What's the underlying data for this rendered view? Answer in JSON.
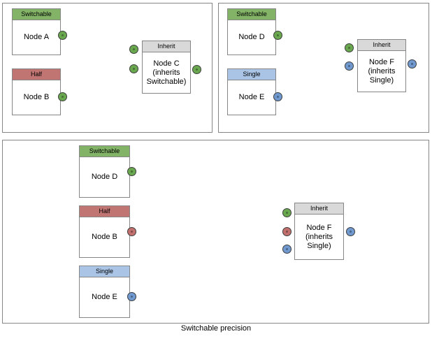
{
  "caption": "Switchable precision",
  "colors": {
    "switchable": "#82b366",
    "half": "#c07573",
    "single": "#a9c4e4",
    "inherit": "#d9d9d9",
    "port_green": "#6aa84f",
    "port_red": "#c2706e",
    "port_blue": "#7099cf",
    "border": "#868686",
    "background": "#ffffff"
  },
  "panels": [
    {
      "id": "panel-top-left",
      "nodes": [
        {
          "id": "node-a",
          "header": "Switchable",
          "header_color": "green",
          "body": "Node A"
        },
        {
          "id": "node-b",
          "header": "Half",
          "header_color": "red",
          "body": "Node B"
        },
        {
          "id": "node-c",
          "header": "Inherit",
          "header_color": "gray",
          "body": "Node C\n(inherits\nSwitchable)"
        }
      ],
      "edges": [
        {
          "from": "node-a",
          "to": "node-c",
          "port_color": "green"
        },
        {
          "from": "node-b",
          "to": "node-c",
          "port_color": "green"
        }
      ],
      "output_port": {
        "node": "node-c",
        "color": "green"
      }
    },
    {
      "id": "panel-top-right",
      "nodes": [
        {
          "id": "node-d",
          "header": "Switchable",
          "header_color": "green",
          "body": "Node D"
        },
        {
          "id": "node-e",
          "header": "Single",
          "header_color": "blue",
          "body": "Node E"
        },
        {
          "id": "node-f",
          "header": "Inherit",
          "header_color": "gray",
          "body": "Node F\n(inherits\nSingle)"
        }
      ],
      "edges": [
        {
          "from": "node-d",
          "to": "node-f",
          "port_color": "green"
        },
        {
          "from": "node-e",
          "to": "node-f",
          "port_color": "blue"
        }
      ],
      "output_port": {
        "node": "node-f",
        "color": "blue"
      }
    },
    {
      "id": "panel-bottom",
      "nodes": [
        {
          "id": "node-d2",
          "header": "Switchable",
          "header_color": "green",
          "body": "Node D"
        },
        {
          "id": "node-b2",
          "header": "Half",
          "header_color": "red",
          "body": "Node B"
        },
        {
          "id": "node-e2",
          "header": "Single",
          "header_color": "blue",
          "body": "Node E"
        },
        {
          "id": "node-f2",
          "header": "Inherit",
          "header_color": "gray",
          "body": "Node F\n(inherits\nSingle)"
        }
      ],
      "edges": [
        {
          "from": "node-d2",
          "to": "node-f2",
          "port_color": "green"
        },
        {
          "from": "node-b2",
          "to": "node-f2",
          "port_color": "red"
        },
        {
          "from": "node-e2",
          "to": "node-f2",
          "port_color": "blue"
        }
      ],
      "output_port": {
        "node": "node-f2",
        "color": "blue"
      }
    }
  ],
  "labels": {
    "node_a": "Node A",
    "node_b": "Node B",
    "node_c": "Node C\n(inherits\nSwitchable)",
    "node_d": "Node D",
    "node_e": "Node E",
    "node_f": "Node F\n(inherits\nSingle)",
    "switchable": "Switchable",
    "half": "Half",
    "single": "Single",
    "inherit": "Inherit"
  }
}
